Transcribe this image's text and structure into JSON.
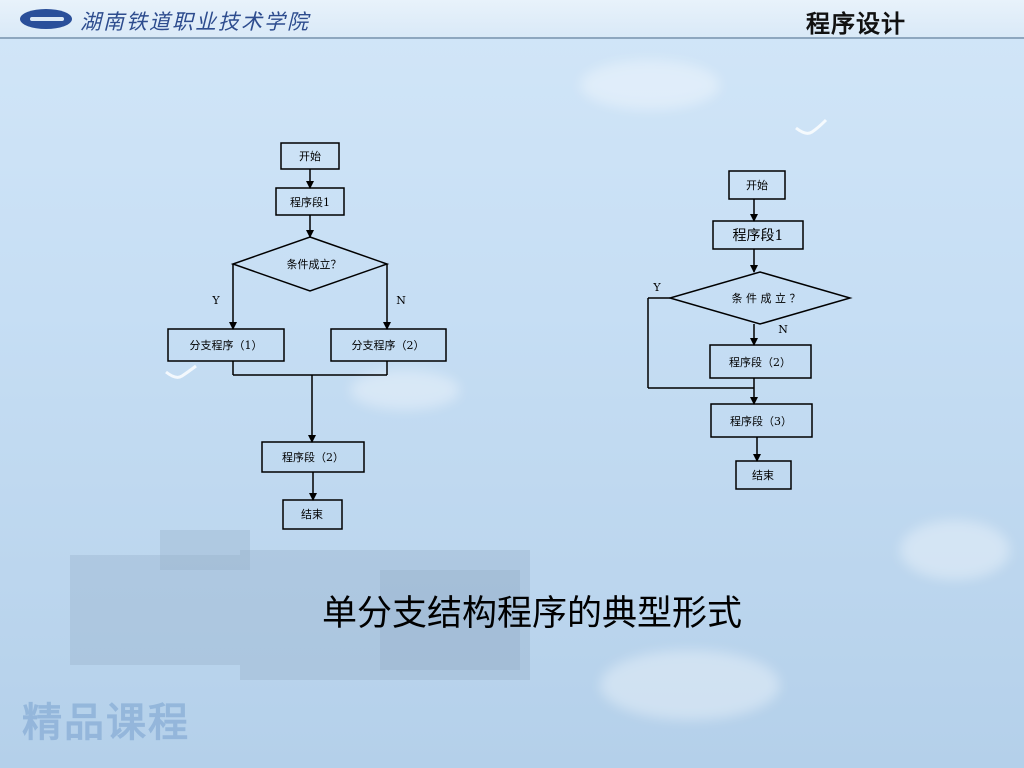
{
  "header": {
    "school_name": "湖南铁道职业技术学院",
    "course_title": "程序设计"
  },
  "watermark": "精品课程",
  "caption": "单分支结构程序的典型形式",
  "flowchart_left": {
    "start": "开始",
    "seg1": "程序段1",
    "condition": "条件成立？",
    "yes": "Y",
    "no": "N",
    "branch1": "分支程序（1）",
    "branch2": "分支程序（2）",
    "seg2": "程序段（2）",
    "end": "结束"
  },
  "flowchart_right": {
    "start": "开始",
    "seg1": "程序段1",
    "condition": "条 件 成 立 ？",
    "yes": "Y",
    "no": "N",
    "seg2": "程序段（2）",
    "seg3": "程序段（3）",
    "end": "结束"
  }
}
